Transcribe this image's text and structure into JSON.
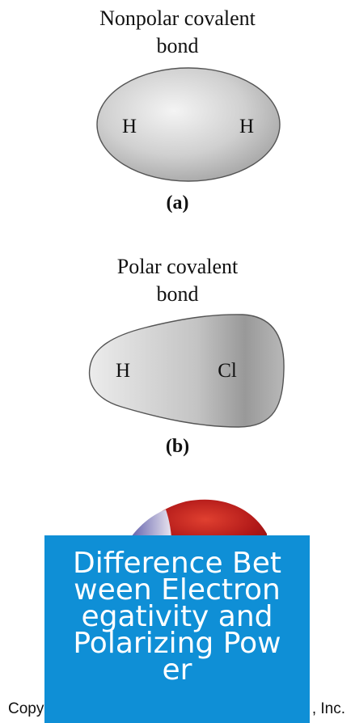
{
  "panel_a": {
    "title_line1": "Nonpolar covalent",
    "title_line2": "bond",
    "atom_left": "H",
    "atom_right": "H",
    "label": "(a)"
  },
  "panel_b": {
    "title_line1": "Polar covalent",
    "title_line2": "bond",
    "atom_left": "H",
    "atom_right": "Cl",
    "label": "(b)"
  },
  "banner": {
    "title": "Difference Between Electronegativity and Polarizing Power",
    "background_color": "#0f8fd6"
  },
  "copyright": {
    "left_fragment": "Copy",
    "right_fragment": ", Inc."
  }
}
